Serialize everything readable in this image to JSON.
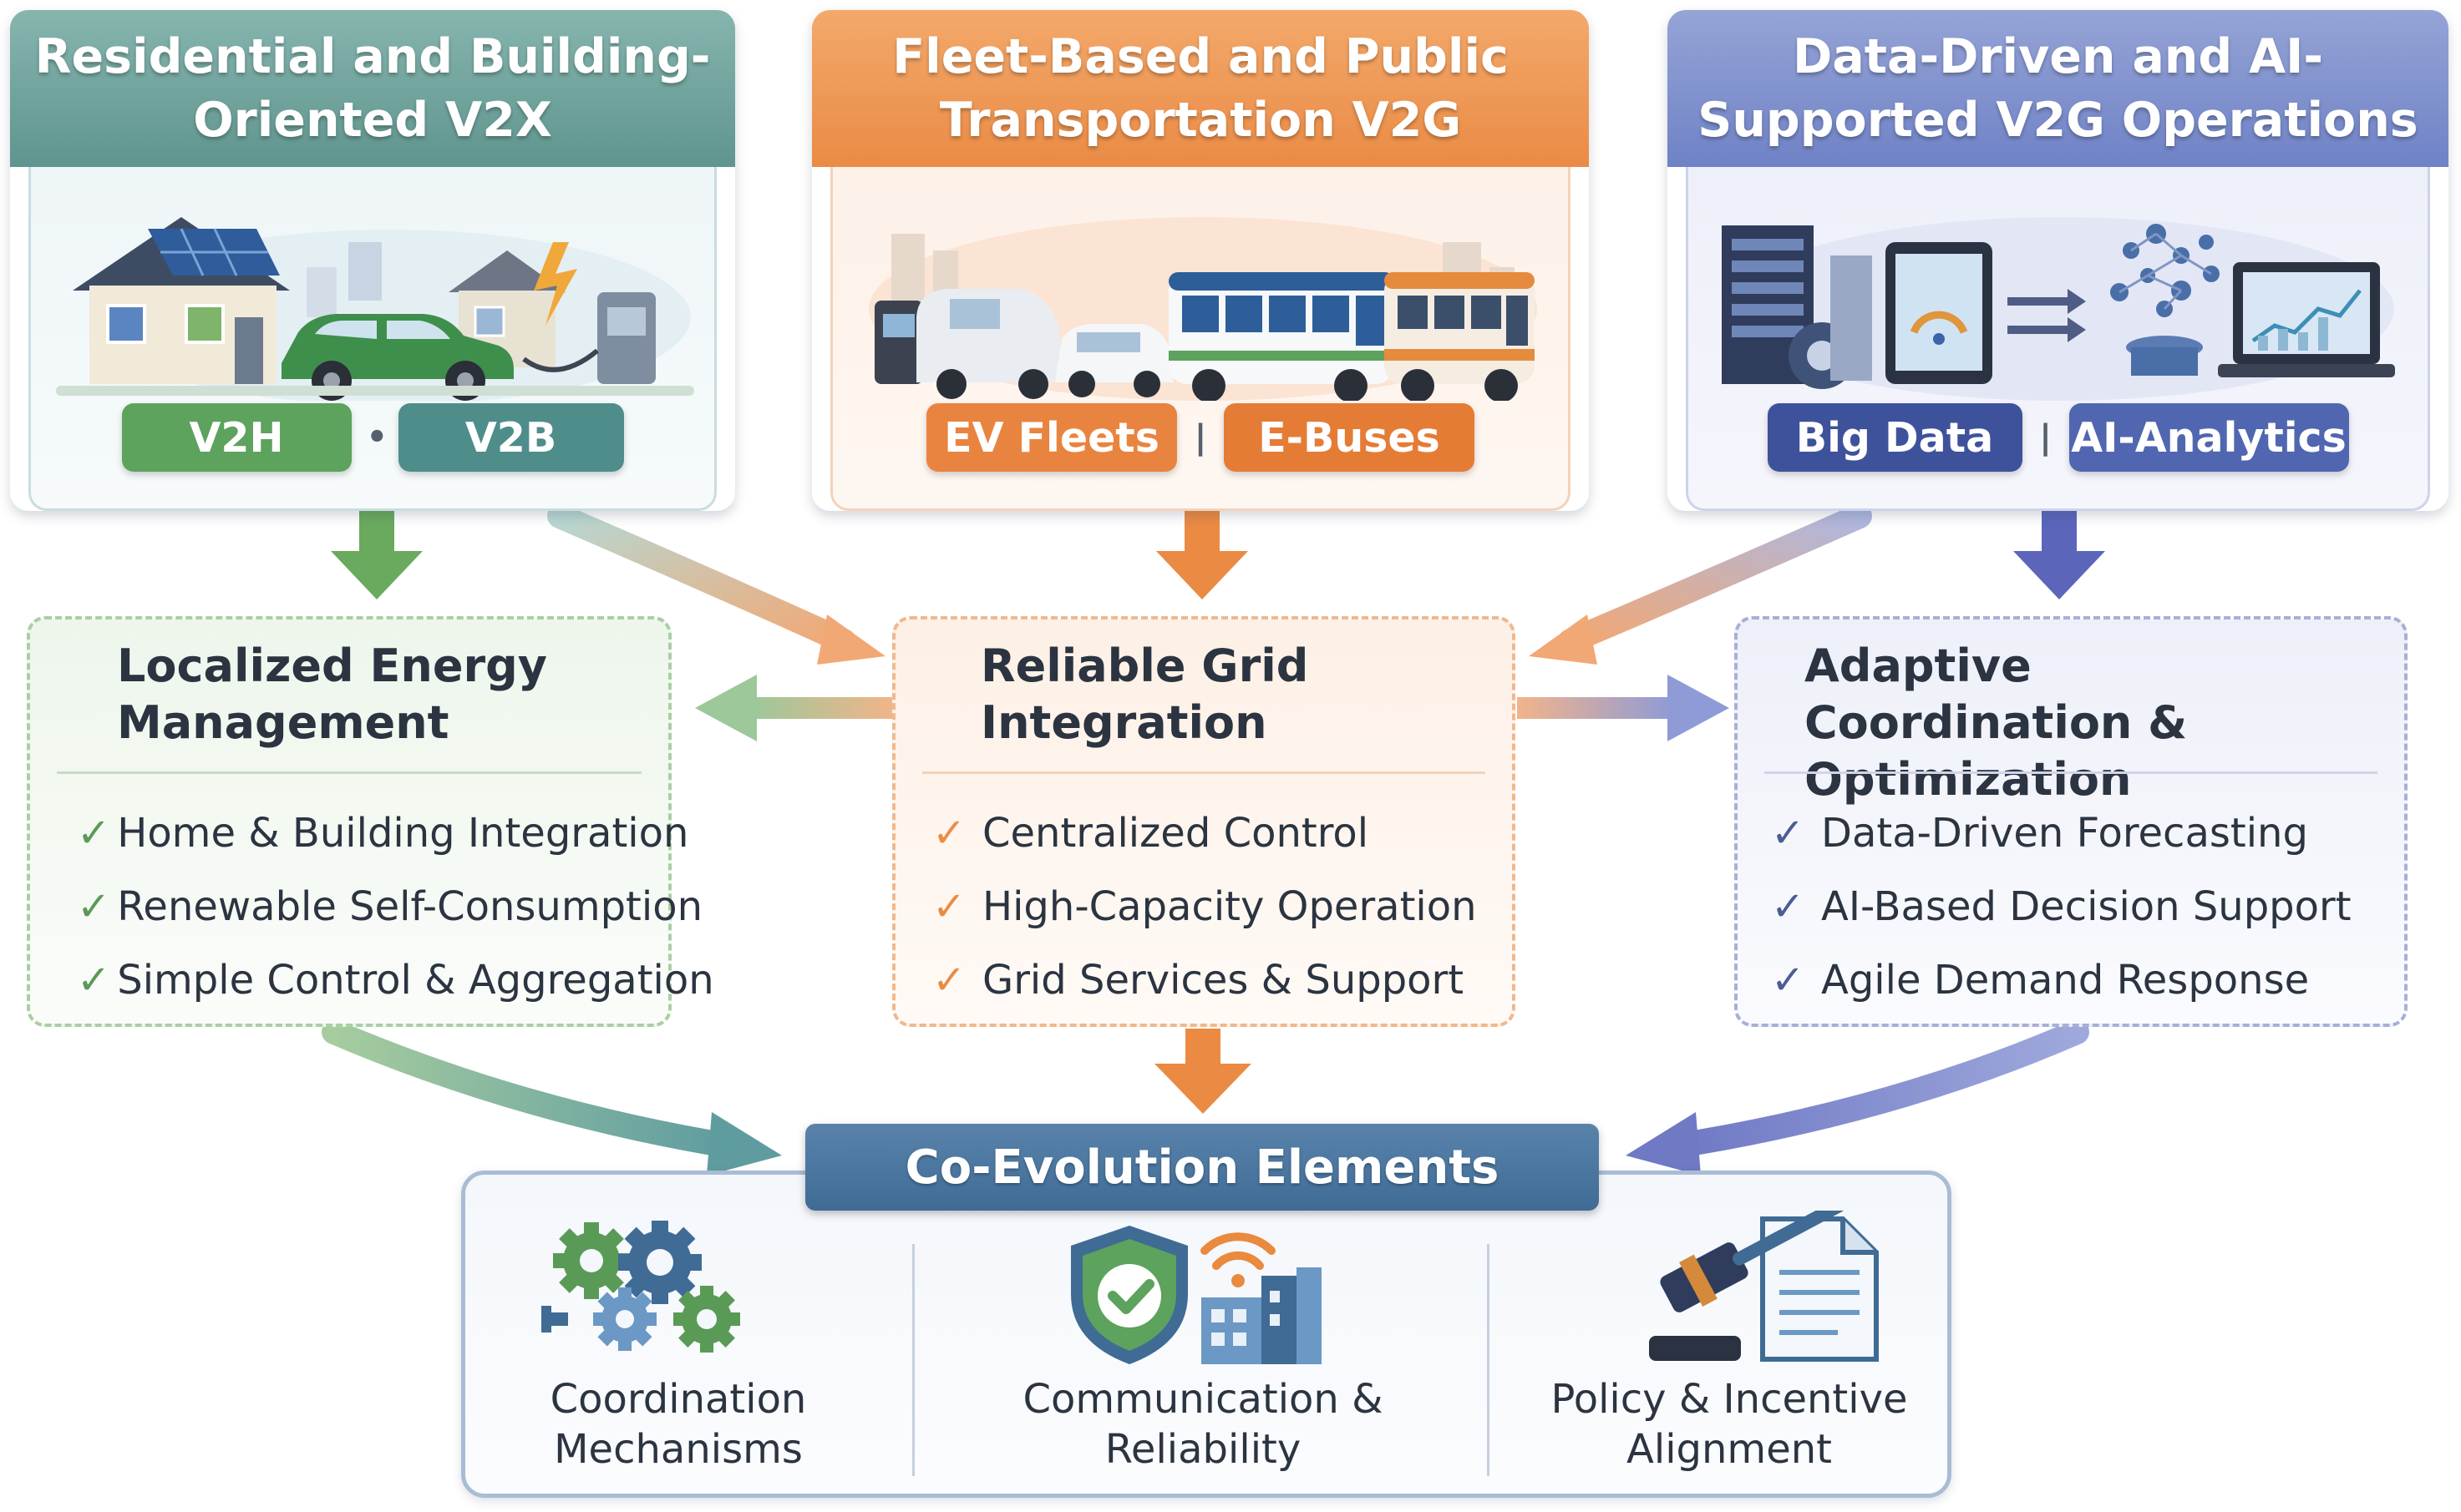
{
  "top_cards": {
    "residential": {
      "title": "Residential and Building-Oriented V2X",
      "tags": [
        "V2H",
        "V2B"
      ],
      "separator": "•"
    },
    "fleet": {
      "title": "Fleet-Based and Public Transportation V2G",
      "tags": [
        "EV Fleets",
        "E-Buses"
      ],
      "separator": "|"
    },
    "data": {
      "title": "Data-Driven and AI-Supported V2G Operations",
      "tags": [
        "Big Data",
        "AI-Analytics"
      ],
      "separator": "|"
    }
  },
  "mid_cards": {
    "local": {
      "title": "Localized Energy Management",
      "items": [
        "Home & Building Integration",
        "Renewable Self-Consumption",
        "Simple Control & Aggregation"
      ]
    },
    "grid": {
      "title": "Reliable Grid Integration",
      "items": [
        "Centralized Control",
        "High-Capacity Operation",
        "Grid Services & Support"
      ]
    },
    "adapt": {
      "title": "Adaptive Coordination & Optimization",
      "items": [
        "Data-Driven Forecasting",
        "AI-Based Decision Support",
        "Agile Demand Response"
      ]
    }
  },
  "check_glyph": "✓",
  "co_evolution": {
    "title": "Co-Evolution Elements",
    "elements": [
      "Coordination Mechanisms",
      "Communication & Reliability",
      "Policy & Incentive Alignment"
    ]
  },
  "colors": {
    "green": "#5da25d",
    "teal": "#4f8d8a",
    "orange": "#e98440",
    "blue": "#5166b0",
    "navy": "#3e529c",
    "steel": "#3f6b95"
  }
}
